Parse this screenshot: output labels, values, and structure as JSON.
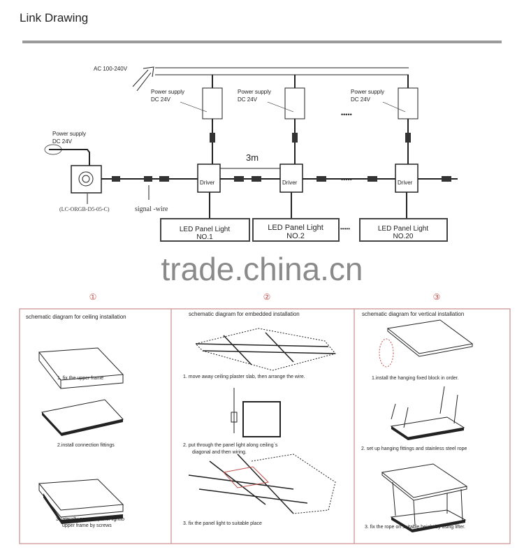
{
  "title": "Link Drawing",
  "colors": {
    "rule": "#9a9a9a",
    "panel_border": "#c98b8b",
    "accent_red": "#c0504d",
    "watermark": "#8a8a8a"
  },
  "link": {
    "ac_label": "AC 100-240V",
    "power_supply": {
      "line1": "Power supply",
      "line2": "DC 24V"
    },
    "driver_label": "Driver",
    "distance": "3m",
    "controller_model": "(LC-ORGB-D5-05-C)",
    "signal_wire": "signal -wire",
    "ellipsis": "•••••",
    "panels": [
      {
        "line1": "LED Panel Light",
        "line2": "NO.1"
      },
      {
        "line1": "LED Panel Light",
        "line2": "NO.2"
      },
      {
        "line1": "LED Panel Light",
        "line2": "NO.20"
      }
    ]
  },
  "watermark": "trade.china.cn",
  "install": [
    {
      "num": "①",
      "heading": "schematic diagram for ceiling installation",
      "steps": [
        "1. fix the upper frame",
        "2.install connection fittings",
        "3. laterally connect panel lightto",
        "upper frame by screws"
      ]
    },
    {
      "num": "②",
      "heading": "schematic diagram for embedded installation",
      "steps": [
        "1.   move away ceiling plaster slab, then arrange the wire.",
        "2.  put through the panel light along ceiling`s",
        "diagonal and then wiring.",
        "3.      fix the panel light to suitable place"
      ]
    },
    {
      "num": "③",
      "heading": "schematic diagram for vertical installation",
      "steps": [
        "1.install the hanging fixed block in order.",
        "2. set up hanging fittings and stainless steel rope",
        "3. fix the rope on suitable height by using lifter."
      ]
    }
  ]
}
